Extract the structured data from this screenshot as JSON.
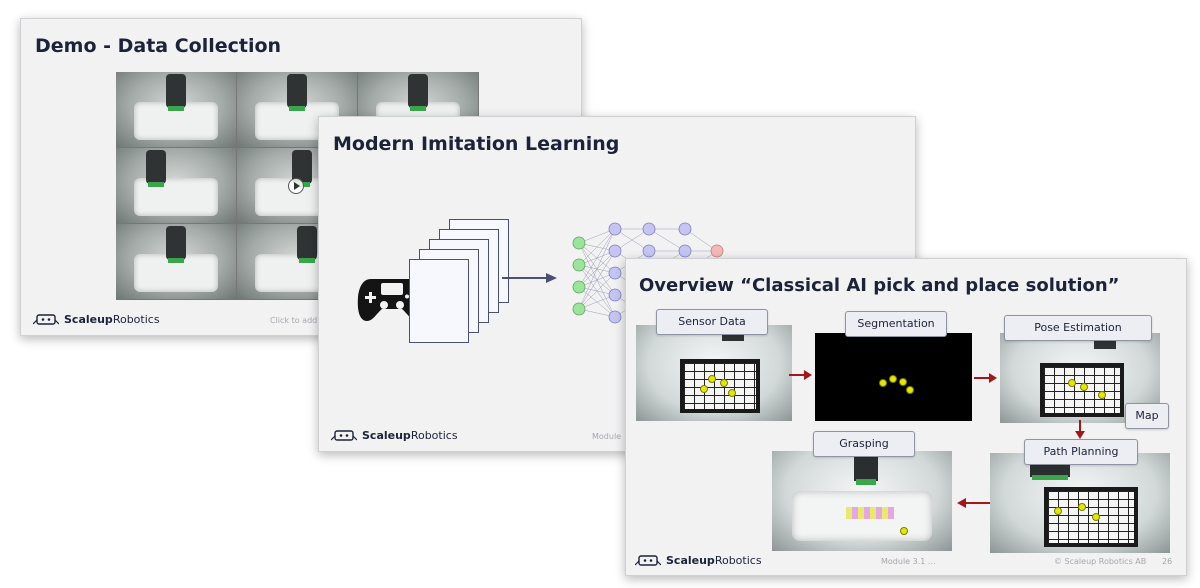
{
  "slides": {
    "demo": {
      "title": "Demo - Data Collection",
      "brand_bold": "Scaleup",
      "brand_rest": "Robotics",
      "footer_hint": "Click to add i"
    },
    "imitation": {
      "title": "Modern Imitation Learning",
      "brand_bold": "Scaleup",
      "brand_rest": "Robotics",
      "footer_module": "Module"
    },
    "overview": {
      "title": "Overview “Classical AI pick and place solution”",
      "brand_bold": "Scaleup",
      "brand_rest": "Robotics",
      "footer_module": "Module 3.1 ...",
      "footer_copyright": "© Scaleup Robotics AB",
      "page_number": "26",
      "pipeline": {
        "sensor_data": "Sensor Data",
        "segmentation": "Segmentation",
        "pose_estimation": "Pose Estimation",
        "map": "Map",
        "path_planning": "Path Planning",
        "grasping": "Grasping"
      }
    }
  },
  "colors": {
    "title": "#1c2238",
    "arrow_red": "#a11818",
    "neuron_green": "#9be59b",
    "neuron_purple": "#c6c5f2",
    "neuron_red": "#f4b8b8"
  }
}
